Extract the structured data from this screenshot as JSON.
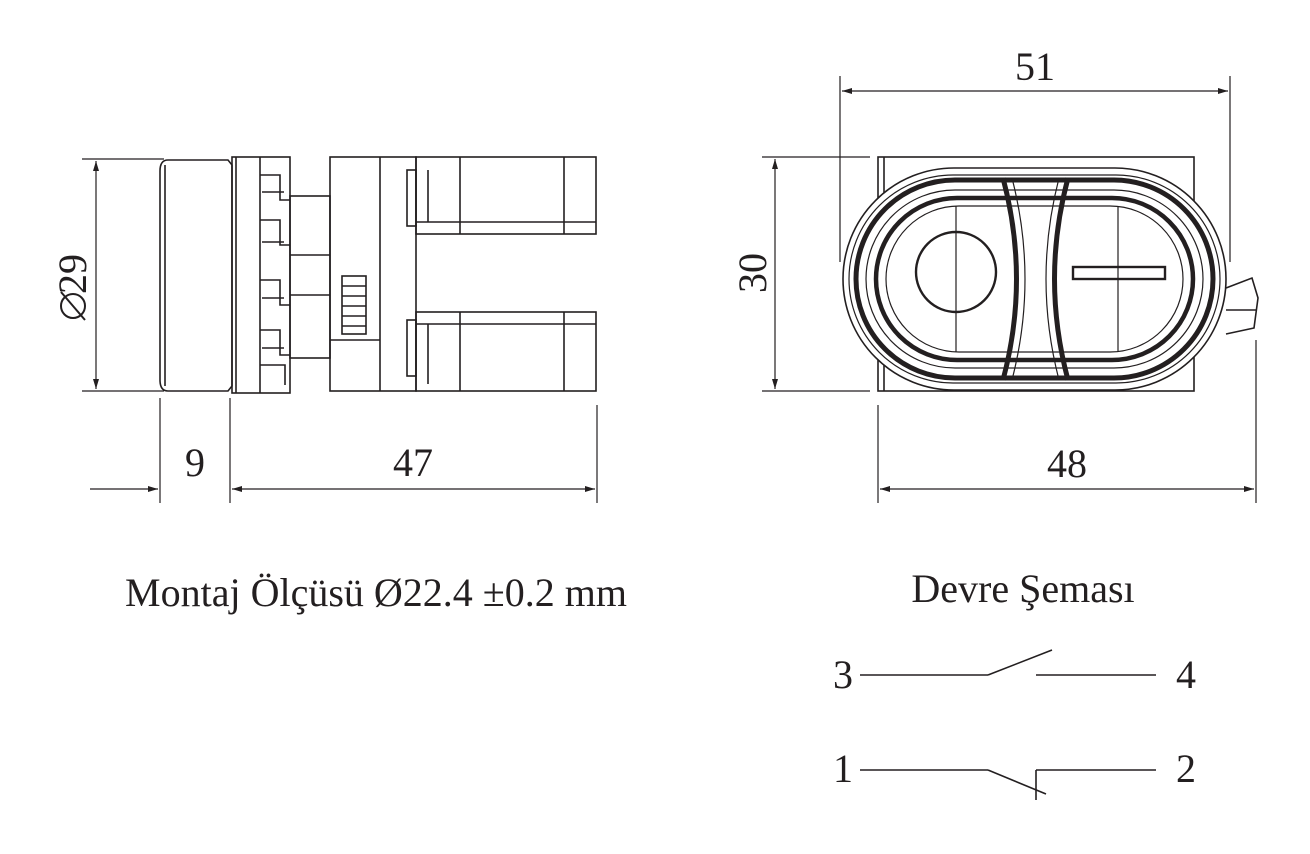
{
  "side_view": {
    "diameter_label": "29",
    "dim_front": "9",
    "dim_body": "47"
  },
  "front_view": {
    "dim_width_top": "51",
    "dim_height": "30",
    "dim_width_bottom": "48"
  },
  "captions": {
    "mounting": "Montaj Ölçüsü Ø22.4 ±0.2 mm",
    "circuit_title": "Devre Şeması"
  },
  "circuit": {
    "terminal_3": "3",
    "terminal_4": "4",
    "terminal_1": "1",
    "terminal_2": "2"
  },
  "colors": {
    "line": "#231f20",
    "background": "#ffffff"
  }
}
